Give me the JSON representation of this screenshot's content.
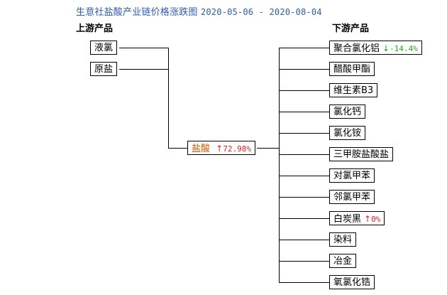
{
  "title": {
    "prefix": "生意社盐酸产业链价格涨跌图",
    "dates": "2020-05-06 - 2020-08-04"
  },
  "upstream": {
    "heading": "上游产品",
    "items": [
      "液氯",
      "原盐"
    ]
  },
  "center": {
    "label": "盐酸",
    "arrow": "↑",
    "change": "72.98%",
    "direction": "up"
  },
  "downstream": {
    "heading": "下游产品",
    "items": [
      {
        "label": "聚合氯化铝",
        "arrow": "↓",
        "change": "-14.4%",
        "direction": "down"
      },
      {
        "label": "醋酸甲酯"
      },
      {
        "label": "维生素B3"
      },
      {
        "label": "氯化钙"
      },
      {
        "label": "氯化铵"
      },
      {
        "label": "三甲胺盐酸盐"
      },
      {
        "label": "对氯甲苯"
      },
      {
        "label": "邻氯甲苯"
      },
      {
        "label": "白炭黑",
        "arrow": "↑",
        "change": "0%",
        "direction": "up"
      },
      {
        "label": "染料"
      },
      {
        "label": "冶金"
      },
      {
        "label": "氧氯化锆"
      }
    ]
  },
  "colors": {
    "title": "#2c5cab",
    "center_label": "#d35400",
    "up": "#e02020",
    "down": "#22aa22"
  }
}
